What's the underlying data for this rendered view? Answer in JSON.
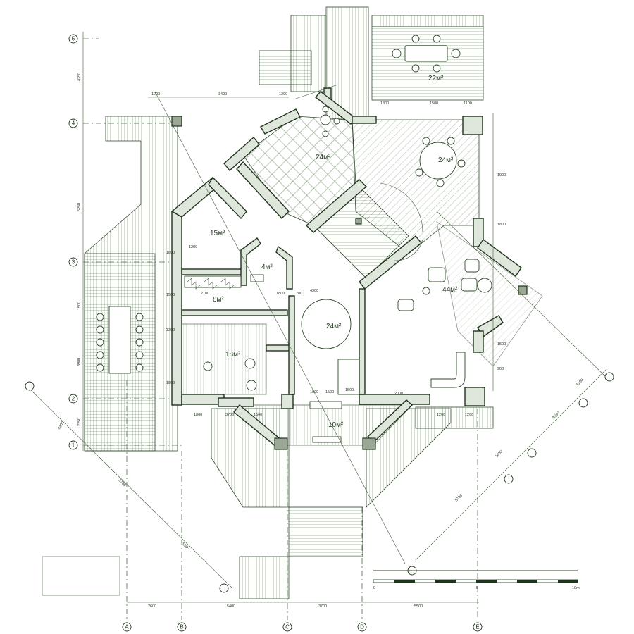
{
  "rooms": [
    {
      "id": "terrace-top",
      "area": "22м²"
    },
    {
      "id": "dining-hall",
      "area": "24м²"
    },
    {
      "id": "veranda-round",
      "area": "24м²"
    },
    {
      "id": "bedroom",
      "area": "15м²"
    },
    {
      "id": "bath",
      "area": "4м²"
    },
    {
      "id": "corridor",
      "area": "8м²"
    },
    {
      "id": "kitchen",
      "area": "24м²"
    },
    {
      "id": "living-room",
      "area": "44м²"
    },
    {
      "id": "study",
      "area": "18м²"
    },
    {
      "id": "entry-porch",
      "area": "10м²"
    }
  ],
  "axes": {
    "rows": [
      "5",
      "4",
      "3",
      "2",
      "1"
    ],
    "columns": [
      "A",
      "B",
      "C",
      "D",
      "E"
    ]
  },
  "dimensions": {
    "left_vertical": [
      "4250",
      "5250",
      "1500",
      "3900",
      "2250",
      "4400"
    ],
    "bottom": [
      "2600",
      "5400",
      "3700",
      "5500"
    ],
    "diagonal_left": [
      "3750",
      "5800"
    ],
    "diagonal_right": [
      "1100",
      "3500",
      "1650",
      "5750"
    ],
    "top_run": [
      "1200",
      "3400",
      "1300"
    ],
    "interior": [
      "1800",
      "1500",
      "1100",
      "1200",
      "2100",
      "4300",
      "1800",
      "1500",
      "1800",
      "3700",
      "1500",
      "700",
      "1800",
      "1500",
      "2000",
      "1200",
      "1200",
      "3300",
      "1800",
      "1500",
      "1800",
      "1800",
      "900",
      "1500",
      "1900"
    ]
  },
  "scale_bar": {
    "start": "0",
    "middle": "5",
    "end": "10m"
  }
}
